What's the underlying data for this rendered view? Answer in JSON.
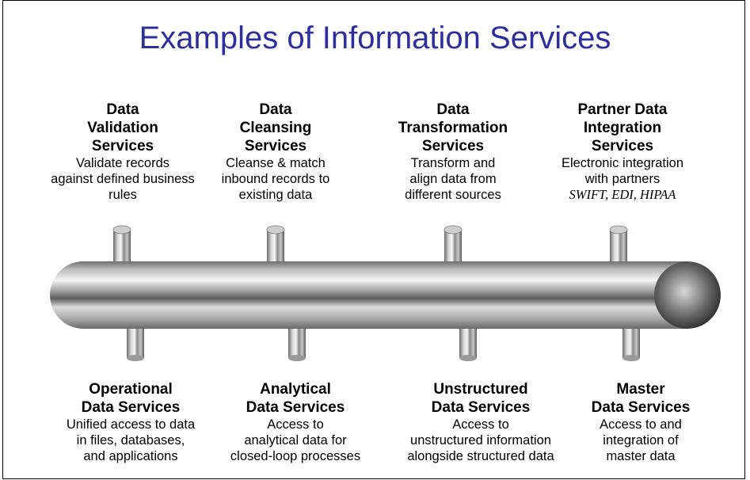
{
  "title": "Examples of Information Services",
  "top_services": [
    {
      "heading": "Data\nValidation\nServices",
      "description": "Validate records\nagainst defined business\nrules"
    },
    {
      "heading": "Data\nCleansing\nServices",
      "description": "Cleanse & match\ninbound records to\nexisting data"
    },
    {
      "heading": "Data\nTransformation\nServices",
      "description": "Transform and\nalign data from\ndifferent sources"
    },
    {
      "heading": "Partner Data\nIntegration\nServices",
      "description": "Electronic integration\nwith partners",
      "tags": "SWIFT, EDI, HIPAA"
    }
  ],
  "bottom_services": [
    {
      "heading": "Operational\nData Services",
      "description": "Unified access to data\nin files, databases,\nand applications"
    },
    {
      "heading": "Analytical\nData Services",
      "description": "Access to\nanalytical data for\nclosed-loop processes"
    },
    {
      "heading": "Unstructured\nData Services",
      "description": "Access to\nunstructured information\nalongside structured data"
    },
    {
      "heading": "Master\nData Services",
      "description": "Access to and\nintegration of\nmaster data"
    }
  ]
}
